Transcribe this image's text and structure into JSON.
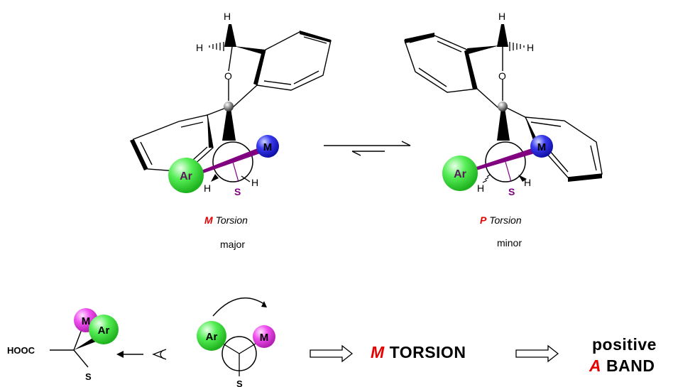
{
  "structures": {
    "left": {
      "atoms": {
        "H_top": "H",
        "H_left": "H",
        "O": "O",
        "Ar": "Ar",
        "M": "M",
        "S": "S",
        "H_a": "H",
        "H_b": "H"
      },
      "torsion_letter": "M",
      "torsion_word": "Torsion",
      "label": "major"
    },
    "right": {
      "atoms": {
        "H_top": "H",
        "H_right": "H",
        "O": "O",
        "Ar": "Ar",
        "M": "M",
        "S": "S",
        "H_a": "H",
        "H_b": "H"
      },
      "torsion_letter": "P",
      "torsion_word": "Torsion",
      "label": "minor"
    }
  },
  "bottom": {
    "acid": {
      "hooc": "HOOC",
      "M": "M",
      "Ar": "Ar",
      "S": "S"
    },
    "newman": {
      "Ar": "Ar",
      "M": "M",
      "S": "S"
    },
    "result": {
      "letter": "M",
      "word": "TORSION"
    },
    "band": {
      "line1": "positive",
      "letter": "A",
      "word": "BAND"
    }
  },
  "colors": {
    "ar_sphere": "#33dd33",
    "m_sphere_top": "#2222ee",
    "m_sphere_bottom": "#ee33ee",
    "bond_purple": "#800080",
    "accent_red": "#e60000"
  }
}
